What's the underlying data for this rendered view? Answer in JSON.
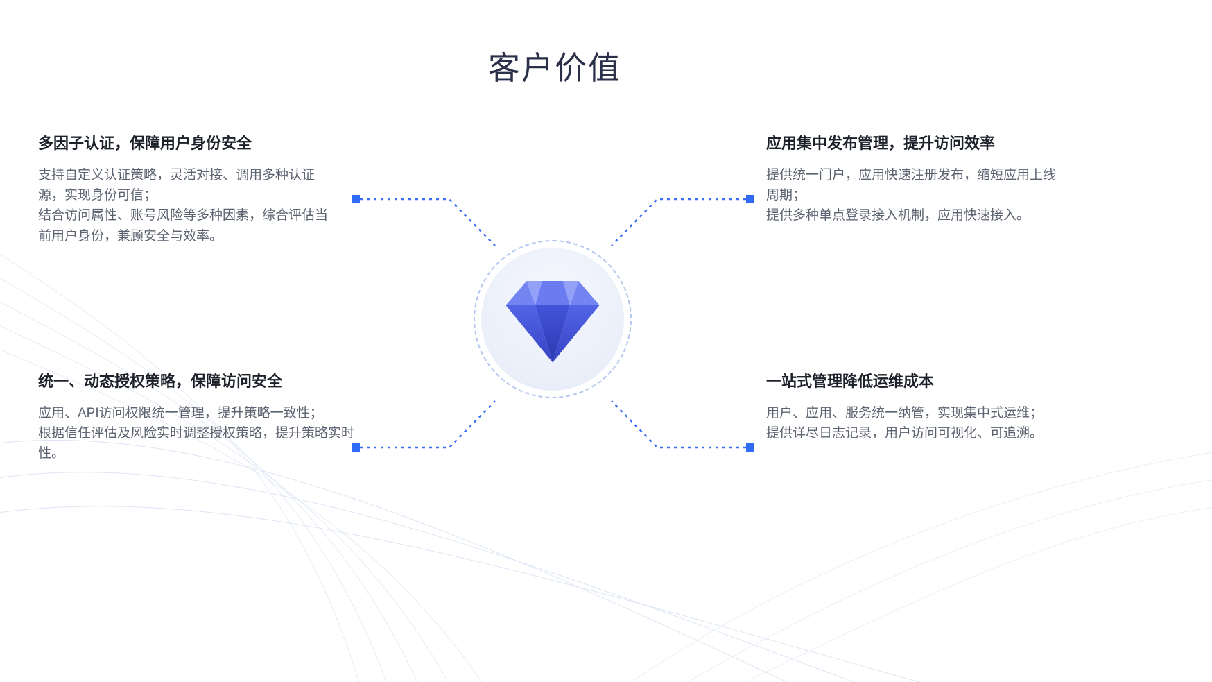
{
  "page": {
    "title": "客户价值"
  },
  "features": {
    "top_left": {
      "heading": "多因子认证，保障用户身份安全",
      "body": "支持自定义认证策略，灵活对接、调用多种认证源，实现身份可信；\n结合访问属性、账号风险等多种因素，综合评估当前用户身份，兼顾安全与效率。"
    },
    "top_right": {
      "heading": "应用集中发布管理，提升访问效率",
      "body": "提供统一门户，应用快速注册发布，缩短应用上线周期；\n提供多种单点登录接入机制，应用快速接入。"
    },
    "bottom_left": {
      "heading": "统一、动态授权策略，保障访问安全",
      "body": "应用、API访问权限统一管理，提升策略一致性；\n根据信任评估及风险实时调整授权策略，提升策略实时性。"
    },
    "bottom_right": {
      "heading": "一站式管理降低运维成本",
      "body": "用户、应用、服务统一纳管，实现集中式运维；\n提供详尽日志记录，用户访问可视化、可追溯。"
    }
  },
  "icons": {
    "center_icon": "diamond-gem-icon",
    "connector_node": "blue-square-node"
  },
  "colors": {
    "accent": "#2f6bf5",
    "connector_line": "#3b6cf5",
    "title_text": "#2a3047",
    "heading_text": "#1d2129",
    "body_text": "#5c6370",
    "circle_fill": "#eaeff9",
    "circle_border": "#b2c5ee",
    "gem_light": "#93a2f8",
    "gem_dark": "#2c39b0",
    "wave_line": "#e4eaf5"
  }
}
